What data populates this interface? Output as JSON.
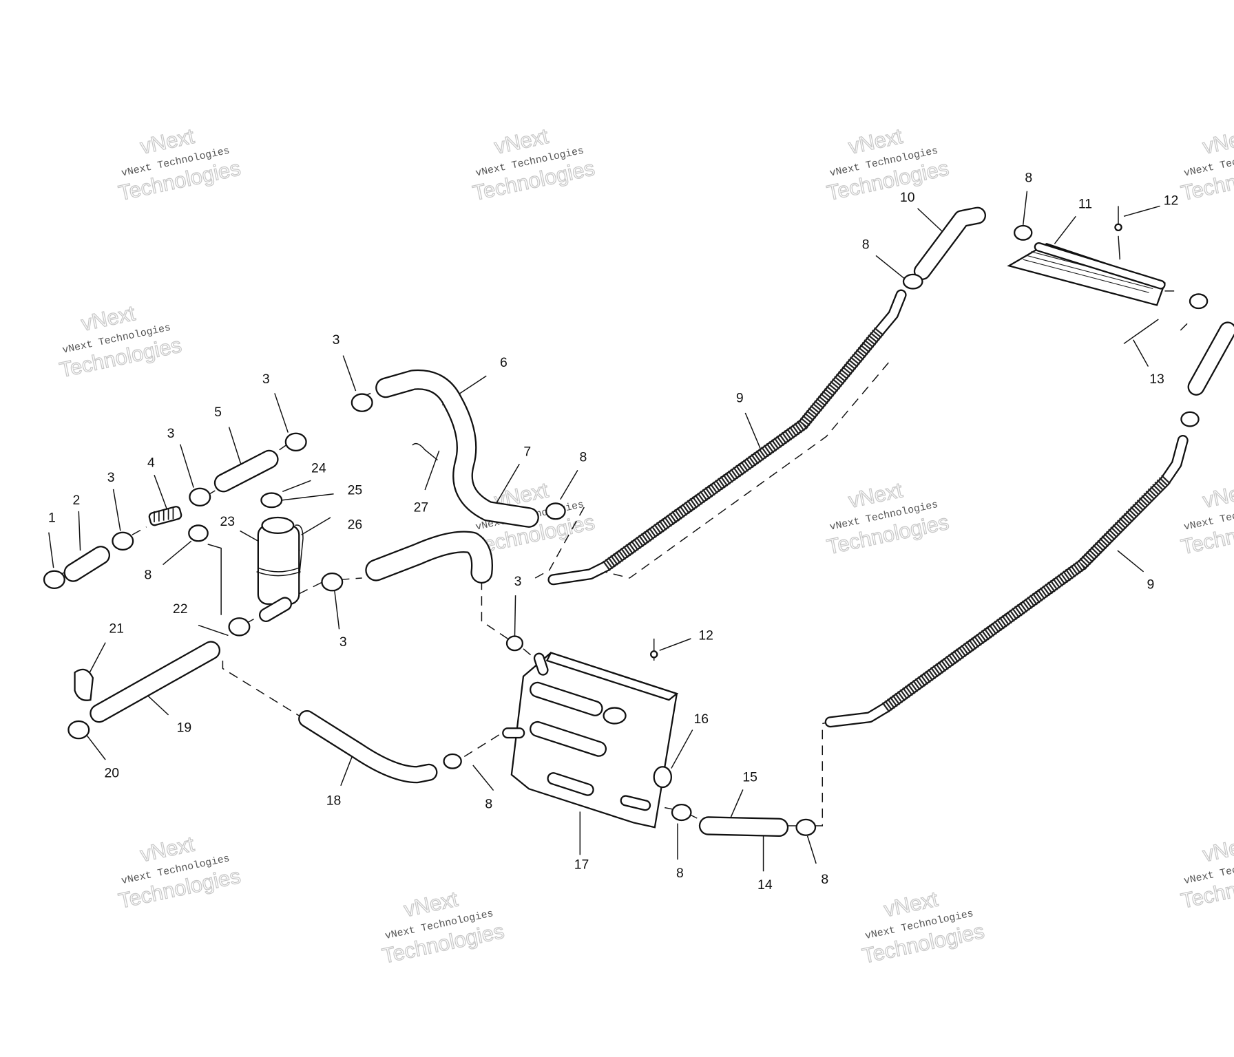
{
  "watermark": {
    "line1": "vNext",
    "line2": "vNext Technologies",
    "line3": "Technologies"
  },
  "callouts": [
    "1",
    "2",
    "3",
    "4",
    "3",
    "5",
    "3",
    "3",
    "6",
    "24",
    "25",
    "23",
    "26",
    "8",
    "22",
    "3",
    "21",
    "19",
    "20",
    "18",
    "27",
    "7",
    "8",
    "3",
    "9",
    "10",
    "8",
    "8",
    "11",
    "12",
    "13",
    "9",
    "12",
    "16",
    "15",
    "8",
    "17",
    "8",
    "14",
    "8"
  ]
}
